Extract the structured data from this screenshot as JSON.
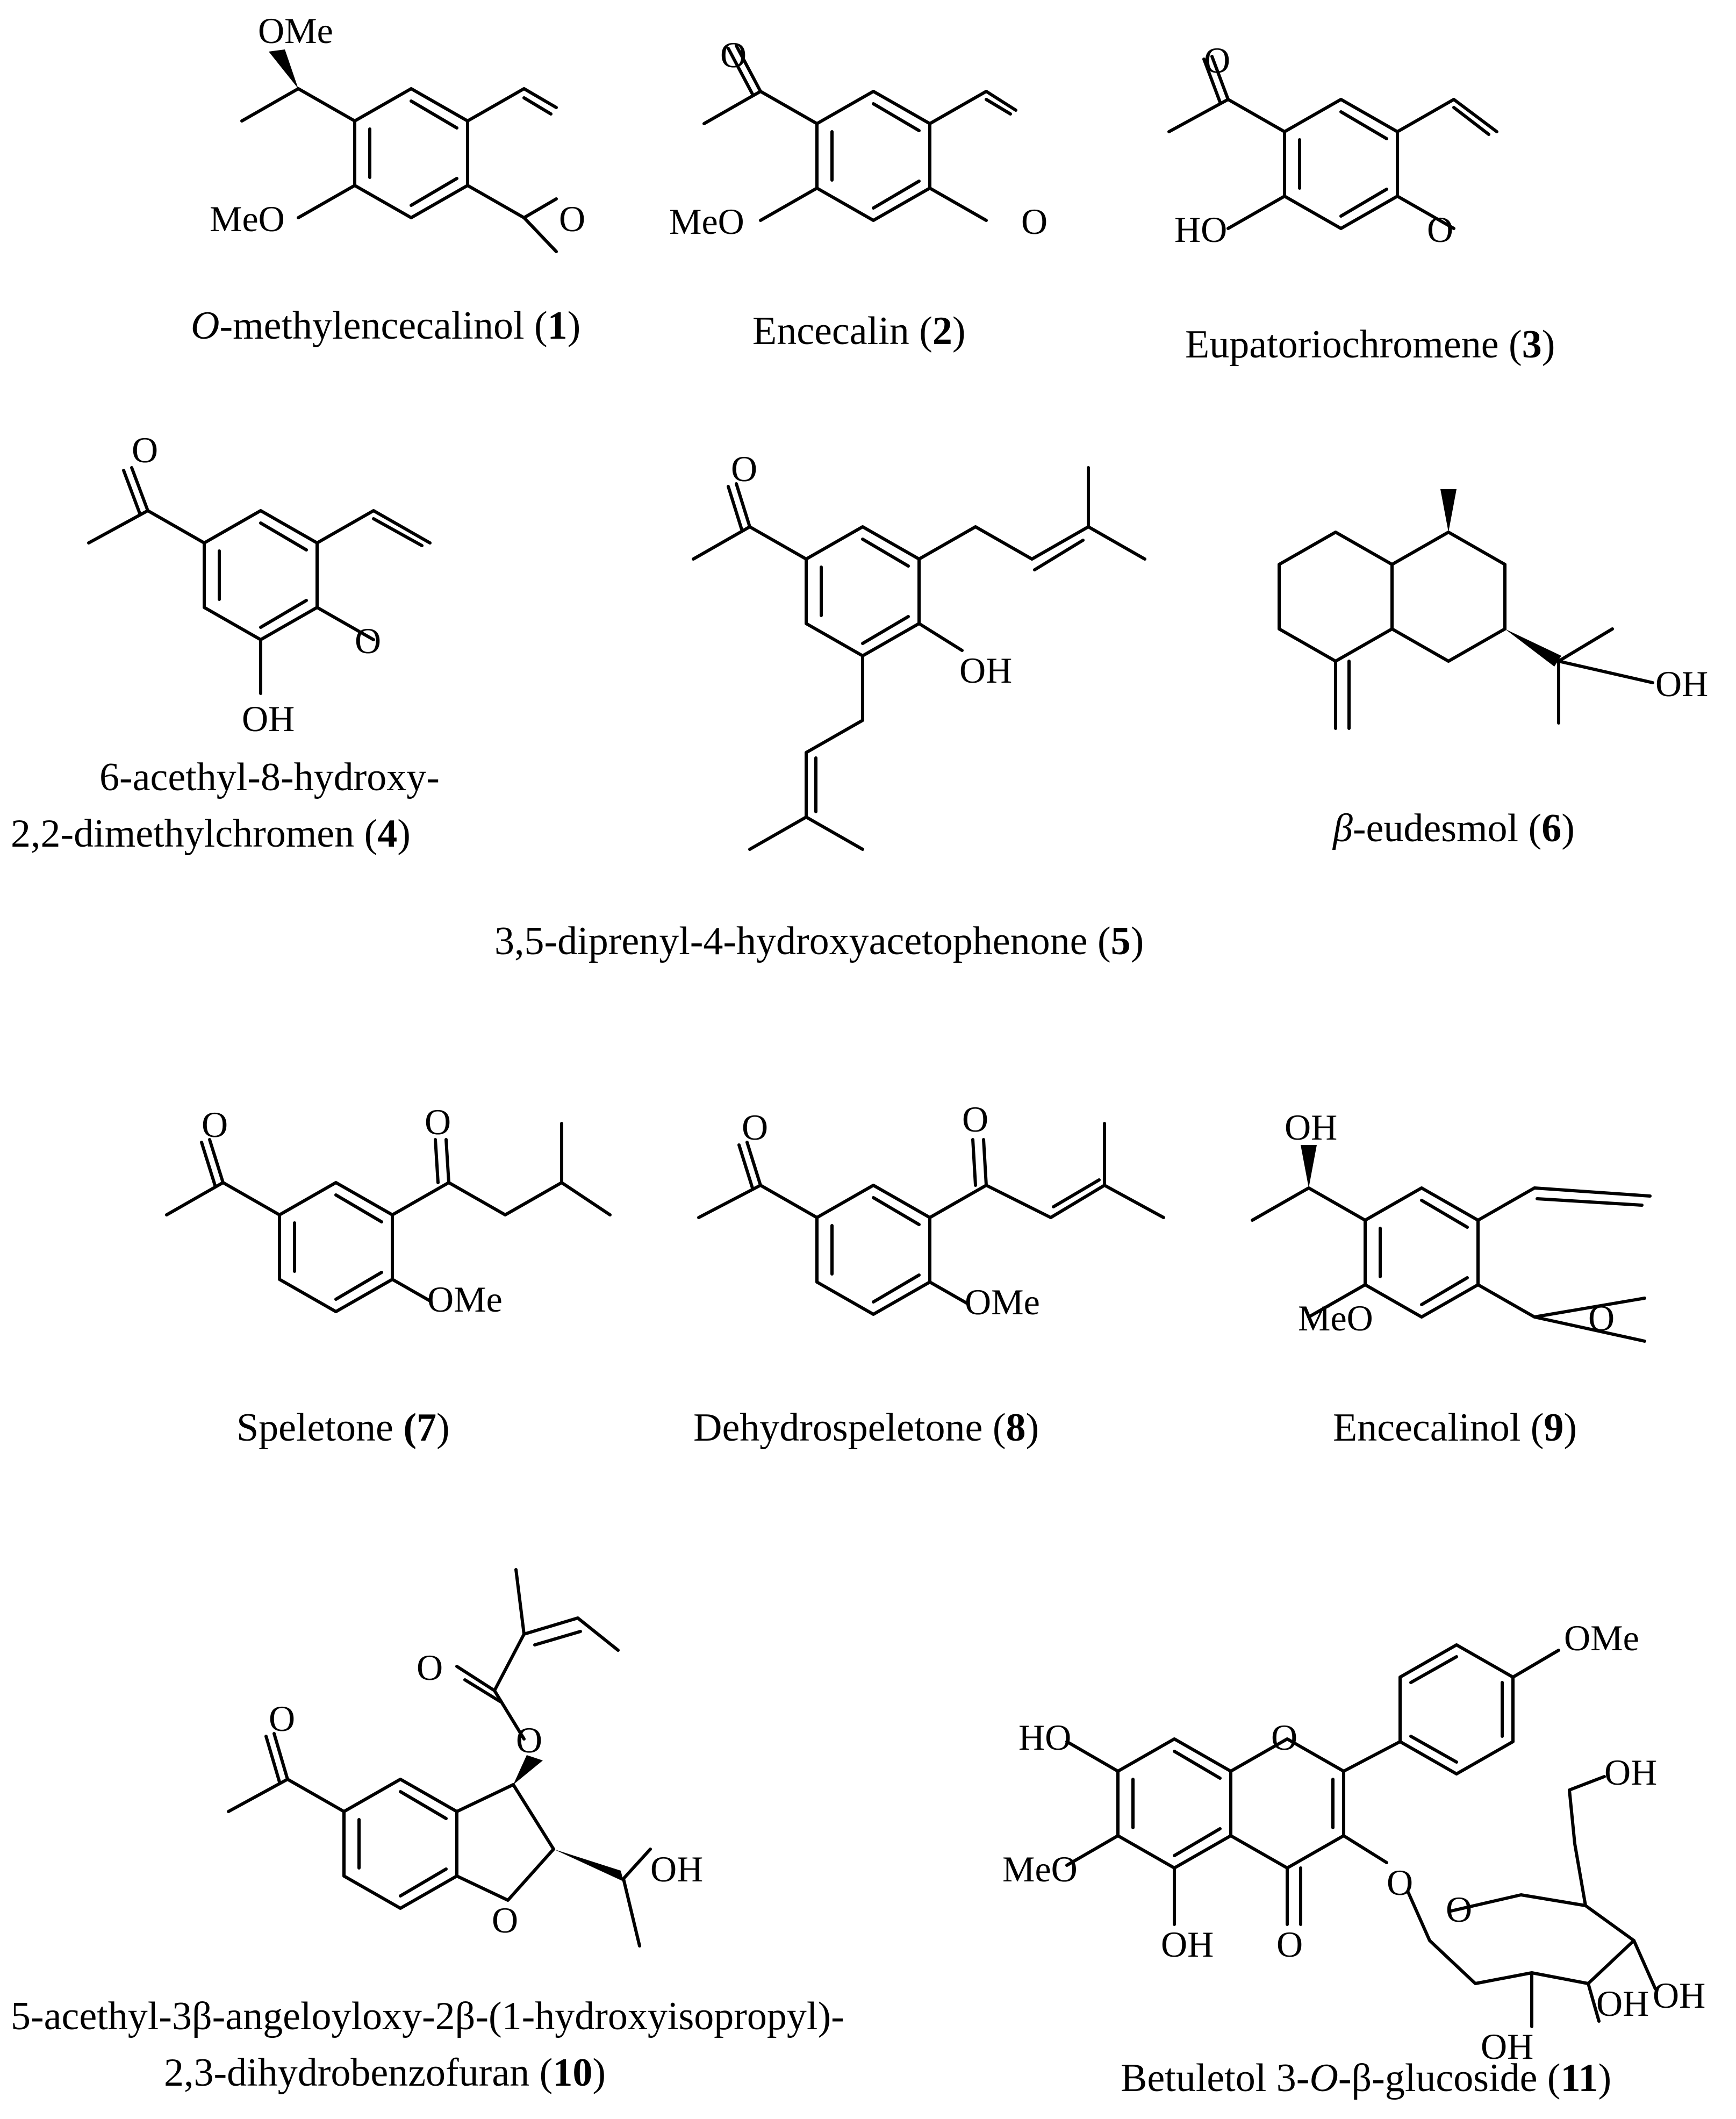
{
  "labels": {
    "OMe": "OMe",
    "MeO": "MeO",
    "O": "O",
    "HO": "HO",
    "OH": "OH"
  },
  "compounds": [
    {
      "id": "1",
      "prefix": "O",
      "name": "-methylencecalinol (",
      "num": "1",
      "close": ")"
    },
    {
      "id": "2",
      "name": "Encecalin (",
      "num": "2",
      "close": ")"
    },
    {
      "id": "3",
      "name": "Eupatoriochromene (",
      "num": "3",
      "close": ")"
    },
    {
      "id": "4",
      "line1": "6-acethyl-8-hydroxy-",
      "name": "2,2-dimethylchromen (",
      "num": "4",
      "close": ")"
    },
    {
      "id": "5",
      "name": "3,5-diprenyl-4-hydroxyacetophenone (",
      "num": "5",
      "close": ")"
    },
    {
      "id": "6",
      "prefix": "β",
      "name": "-eudesmol (",
      "num": "6",
      "close": ")"
    },
    {
      "id": "7",
      "name": "Speletone ",
      "open": "(",
      "num": "7",
      "close": ")"
    },
    {
      "id": "8",
      "name": "Dehydrospeletone (",
      "num": "8",
      "close": ")"
    },
    {
      "id": "9",
      "name": "Encecalinol (",
      "num": "9",
      "close": ")"
    },
    {
      "id": "10",
      "line1": "5-acethyl-3β-angeloyloxy-2β-(1-hydroxyisopropyl)-",
      "name": "2,3-dihydrobenzofuran (",
      "num": "10",
      "close": ")"
    },
    {
      "id": "11",
      "name": "Betuletol 3-",
      "ital": "O",
      "name2": "-β-glucoside (",
      "num": "11",
      "close": ")"
    }
  ]
}
